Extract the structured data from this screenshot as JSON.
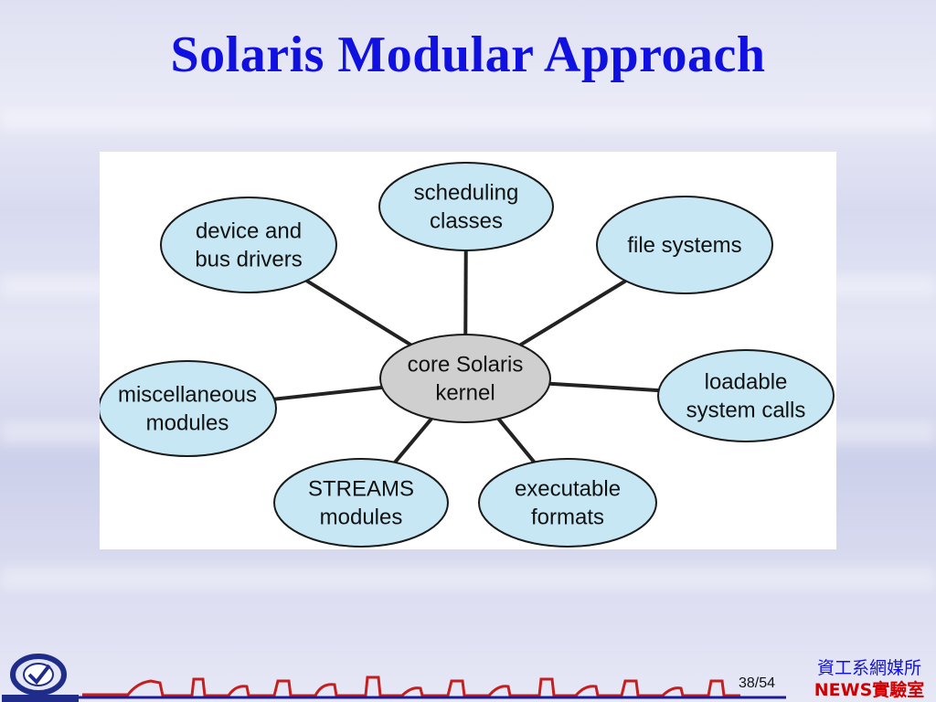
{
  "slide": {
    "title": "Solaris Modular Approach",
    "page_current": "38",
    "page_total": "54",
    "org_name": "資工系網媒所",
    "lab_name": "NEWS實驗室"
  },
  "diagram": {
    "center": {
      "line1": "core Solaris",
      "line2": "kernel"
    },
    "modules": [
      {
        "id": "scheduling",
        "line1": "scheduling",
        "line2": "classes"
      },
      {
        "id": "filesystems",
        "line1": "file systems",
        "line2": ""
      },
      {
        "id": "loadable",
        "line1": "loadable",
        "line2": "system calls"
      },
      {
        "id": "executable",
        "line1": "executable",
        "line2": "formats"
      },
      {
        "id": "streams",
        "line1": "STREAMS",
        "line2": "modules"
      },
      {
        "id": "misc",
        "line1": "miscellaneous",
        "line2": "modules"
      },
      {
        "id": "device",
        "line1": "device and",
        "line2": "bus drivers"
      }
    ]
  },
  "colors": {
    "title": "#1010e0",
    "module_fill": "#c6e7f3",
    "center_fill": "#cfcfcf",
    "connector": "#222222",
    "lab_name": "#d00000"
  }
}
